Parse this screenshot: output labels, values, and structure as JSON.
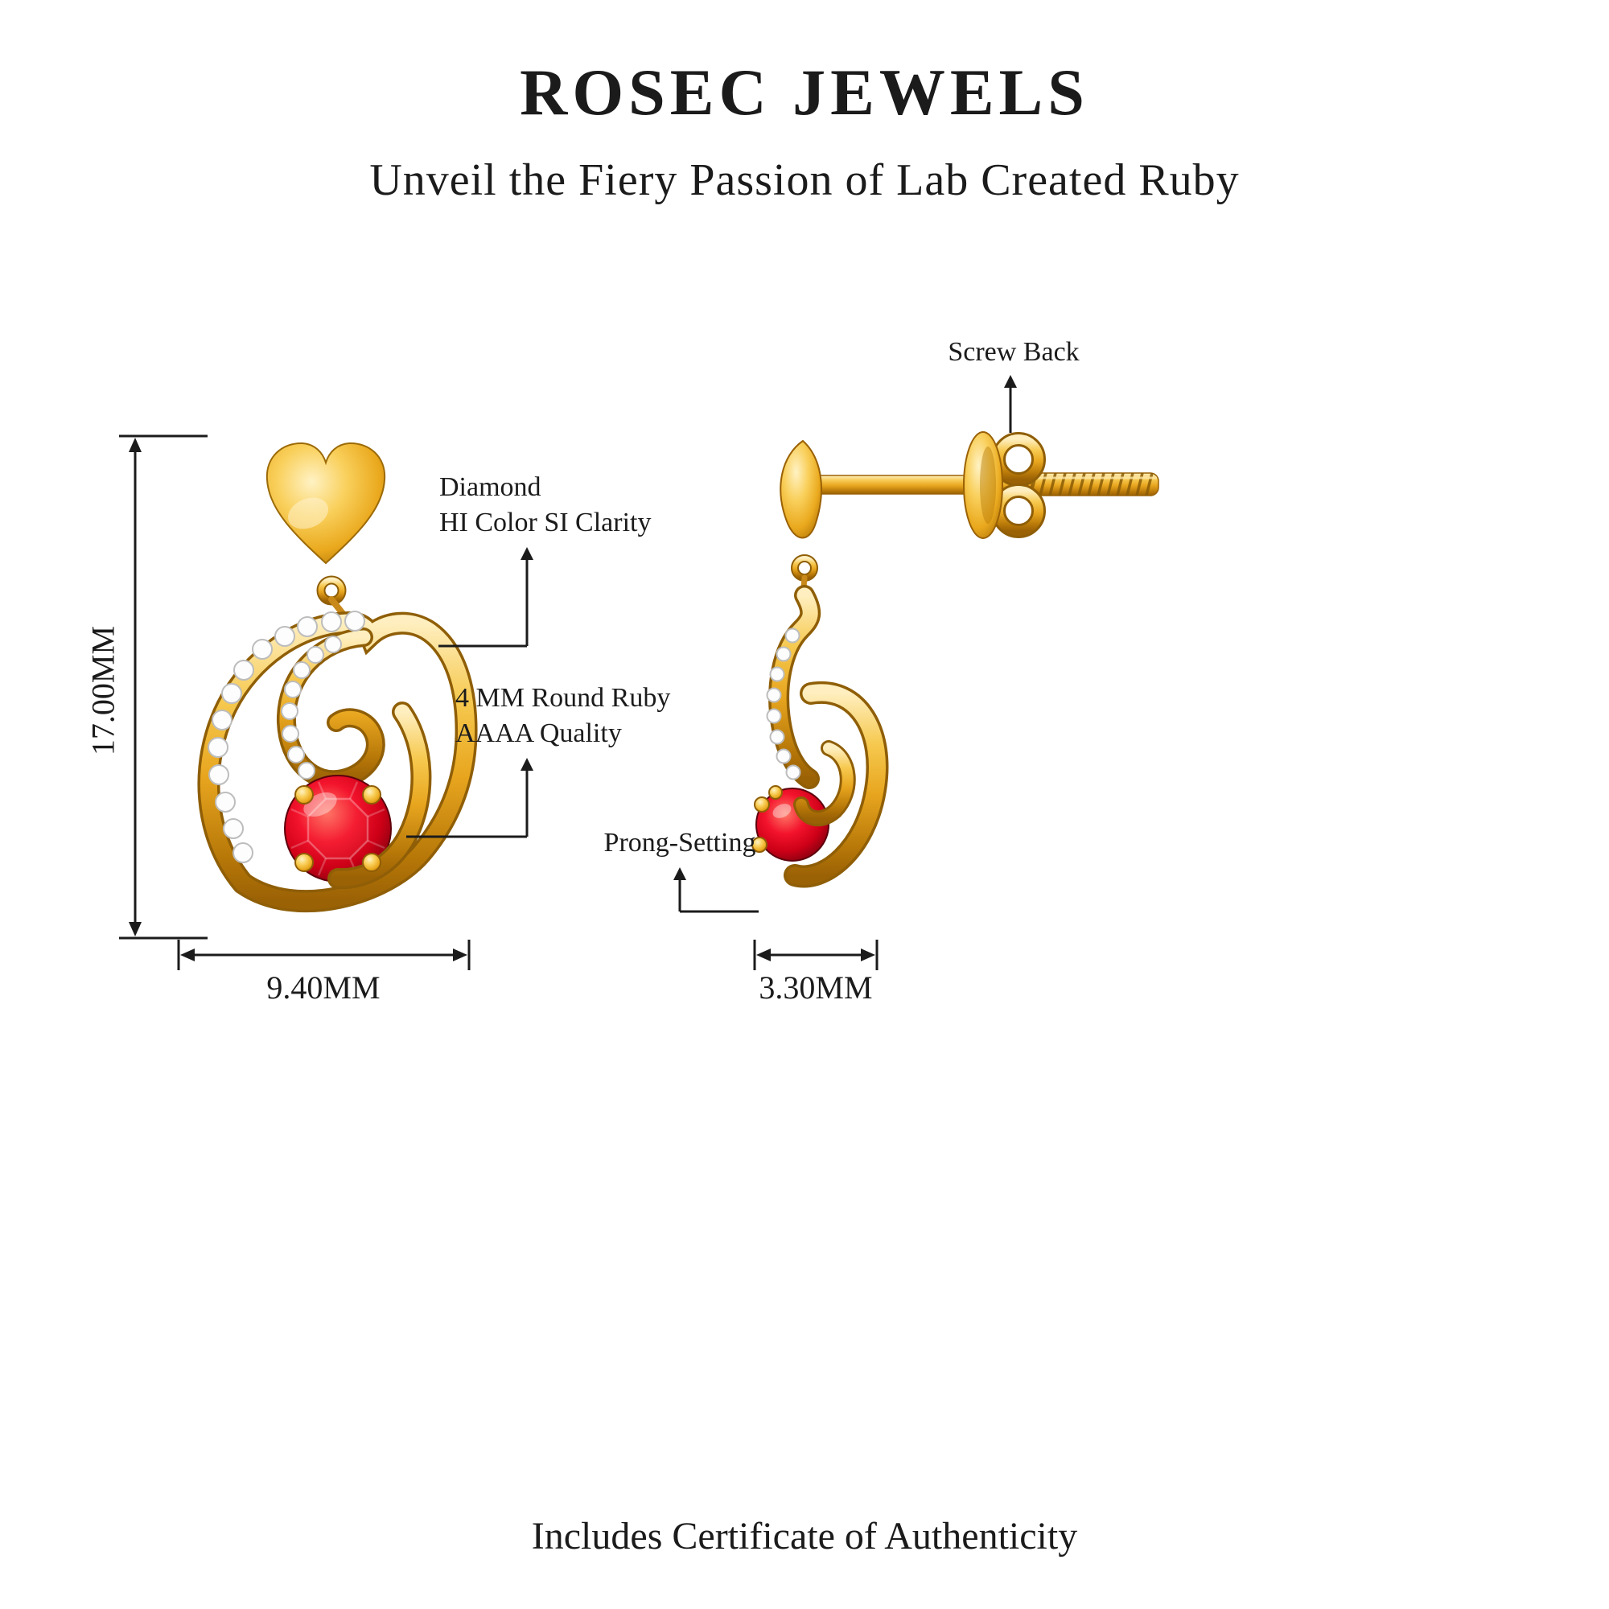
{
  "header": {
    "brand": "ROSEC JEWELS",
    "tagline": "Unveil the Fiery Passion of Lab Created Ruby"
  },
  "callouts": {
    "screw_back": "Screw Back",
    "diamond": {
      "line1": "Diamond",
      "line2": "HI Color SI Clarity"
    },
    "ruby": {
      "line1": "4 MM Round Ruby",
      "line2": "AAAA Quality"
    },
    "prong_setting": "Prong-Setting"
  },
  "dimensions": {
    "front_height": "17.00MM",
    "front_width": "9.40MM",
    "side_width": "3.30MM"
  },
  "footer": {
    "note": "Includes Certificate of Authenticity"
  },
  "colors": {
    "gold": "#EDAB28",
    "gold_light": "#FFE49B",
    "gold_dark": "#A96F0B",
    "ruby_red": "#DE0016",
    "ruby_dark": "#7E0010",
    "diamond_white": "#FFFFFF",
    "annotation_line": "#1B1B1B",
    "background": "#FFFFFF"
  }
}
